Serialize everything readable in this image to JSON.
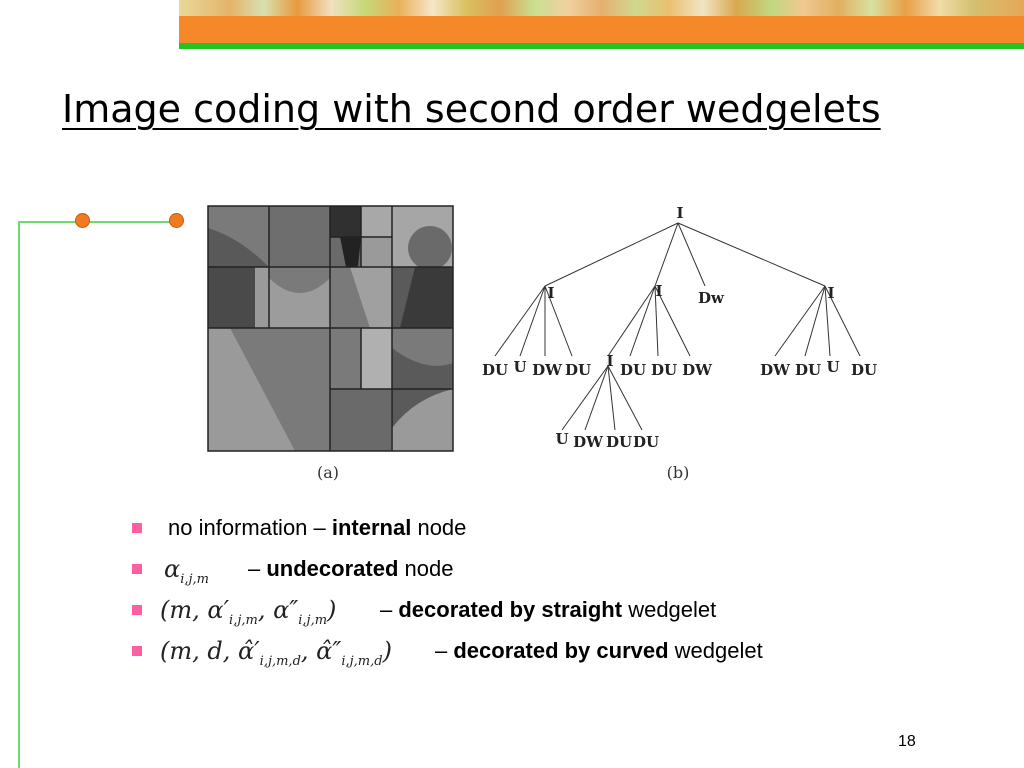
{
  "slide": {
    "title": "Image coding with second order wedgelets",
    "page_number": "18"
  },
  "figure": {
    "caption_a": "(a)",
    "caption_b": "(b)",
    "tree_labels": {
      "root": "I",
      "left": "I",
      "middle": "I",
      "right_leaf": "Dw",
      "far_right": "I",
      "inner": "I",
      "leaves_left": [
        "DU",
        "U",
        "DW",
        "DU"
      ],
      "leaves_middle": [
        "DU",
        "DU",
        "DW"
      ],
      "leaves_right": [
        "DW",
        "DU",
        "U",
        "DU"
      ],
      "leaves_inner": [
        "U",
        "DW",
        "DU",
        "DU"
      ]
    }
  },
  "bullets": [
    {
      "prefix": "no information – ",
      "bold": "internal",
      "suffix": " node"
    },
    {
      "math": "α",
      "math_sub": "i,j,m",
      "prefix": " – ",
      "bold": "undecorated",
      "suffix": " node"
    },
    {
      "math": "(m, α′",
      "math_sub": "i,j,m",
      "math_tail": ", α″",
      "math_sub2": "i,j,m",
      "math_end": ")",
      "prefix": " – ",
      "bold": "decorated by straight",
      "suffix": " wedgelet"
    },
    {
      "math": "(m, d, α̂′",
      "math_sub": "i,j,m,d",
      "math_tail": ", α̂″",
      "math_sub2": "i,j,m,d",
      "math_end": ")",
      "prefix": " – ",
      "bold": "decorated by curved",
      "suffix": " wedgelet"
    }
  ],
  "colors": {
    "orange": "#f5892a",
    "green": "#22c422",
    "bullet": "#ff5fa0"
  }
}
